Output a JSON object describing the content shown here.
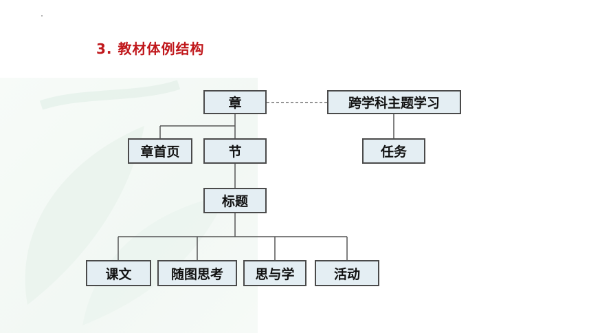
{
  "slide": {
    "title": "3. 教材体例结构"
  },
  "diagram": {
    "nodes": {
      "chapter": "章",
      "interdisciplinary": "跨学科主题学习",
      "chapter_first_page": "章首页",
      "section": "节",
      "task": "任务",
      "heading": "标题",
      "text": "课文",
      "think_with_figure": "随图思考",
      "think_and_learn": "思与学",
      "activity": "活动"
    },
    "colors": {
      "node_fill": "#e4eef3",
      "node_border": "#4a4a4a",
      "connector": "#555555",
      "title": "#c0171b"
    }
  }
}
